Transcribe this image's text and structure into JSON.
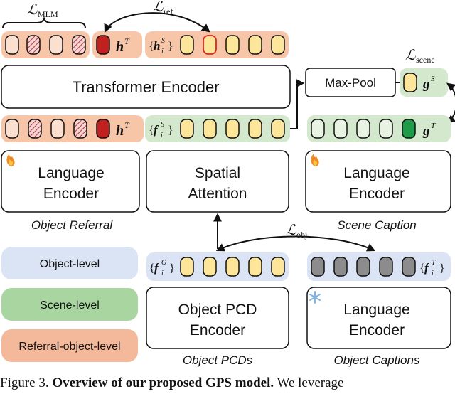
{
  "losses": {
    "mlm": "MLM",
    "ref": "ref",
    "scene": "scene",
    "obj": "obj"
  },
  "symbols": {
    "h": "h",
    "g": "g",
    "f": "f",
    "L": "ℒ",
    "sup_T": "T",
    "sup_S": "S",
    "sup_O": "O",
    "sub_i": "i"
  },
  "modules": {
    "transformer_encoder": "Transformer Encoder",
    "max_pool": "Max-Pool",
    "language_encoder_line1": "Language",
    "language_encoder_line2": "Encoder",
    "spatial_attention_line1": "Spatial",
    "spatial_attention_line2": "Attention",
    "object_pcd_encoder_line1": "Object PCD",
    "object_pcd_encoder_line2": "Encoder"
  },
  "labels": {
    "object_referral": "Object Referral",
    "scene_caption": "Scene Caption",
    "object_pcds": "Object PCDs",
    "object_captions": "Object Captions"
  },
  "legend": [
    {
      "label": "Object-level",
      "color": "#dbe4f4"
    },
    {
      "label": "Scene-level",
      "color": "#a9d5a0"
    },
    {
      "label": "Referral-object-level",
      "color": "#f4b99a"
    }
  ],
  "colors": {
    "object_level": "#dbe4f4",
    "scene_level": "#d4e8cd",
    "scene_level_dark": "#a9d5a0",
    "referral_level": "#f7c5a8",
    "token_yellow": "#fde599",
    "token_red": "#c0211f",
    "token_green": "#1e9b49",
    "token_gray": "#8c8c8c",
    "referral_red_text": "#c0211f",
    "scene_green_text": "#21a54a"
  },
  "icons": {
    "trainable": "fire-icon",
    "frozen": "snowflake-icon"
  },
  "caption": {
    "figure_number": "Figure 3.",
    "title": "Overview of our proposed GPS model.",
    "trailing": "We leverage"
  }
}
